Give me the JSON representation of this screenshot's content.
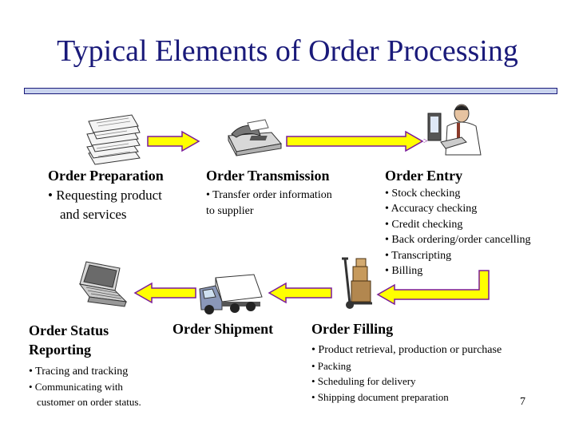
{
  "slide": {
    "title": "Typical Elements of Order Processing",
    "page_number": "7"
  },
  "steps": {
    "preparation": {
      "heading": "Order Preparation",
      "items": [
        "• Requesting product",
        "and services"
      ]
    },
    "transmission": {
      "heading": "Order Transmission",
      "items": [
        "• Transfer order information",
        "to supplier"
      ]
    },
    "entry": {
      "heading": "Order Entry",
      "items": [
        "• Stock checking",
        "• Accuracy checking",
        "• Credit checking",
        "• Back ordering/order cancelling",
        "• Transcripting",
        "• Billing"
      ]
    },
    "filling": {
      "heading": "Order Filling",
      "items": [
        "• Product retrieval, production or purchase",
        "• Packing",
        "• Scheduling for delivery",
        "• Shipping document preparation"
      ]
    },
    "shipment": {
      "heading": "Order Shipment"
    },
    "status": {
      "heading_line1": "Order Status",
      "heading_line2": "Reporting",
      "items": [
        "• Tracing and tracking",
        "• Communicating with",
        "customer on order status."
      ]
    }
  },
  "icons": [
    "papers-stack-icon",
    "fax-machine-icon",
    "person-at-computer-icon",
    "hand-truck-boxes-icon",
    "delivery-truck-icon",
    "laptop-icon",
    "arrow-right-icon",
    "arrow-left-icon"
  ],
  "colors": {
    "title": "#1a1a7a",
    "arrow_fill": "#ffff00",
    "arrow_stroke": "#7a1a9a"
  }
}
